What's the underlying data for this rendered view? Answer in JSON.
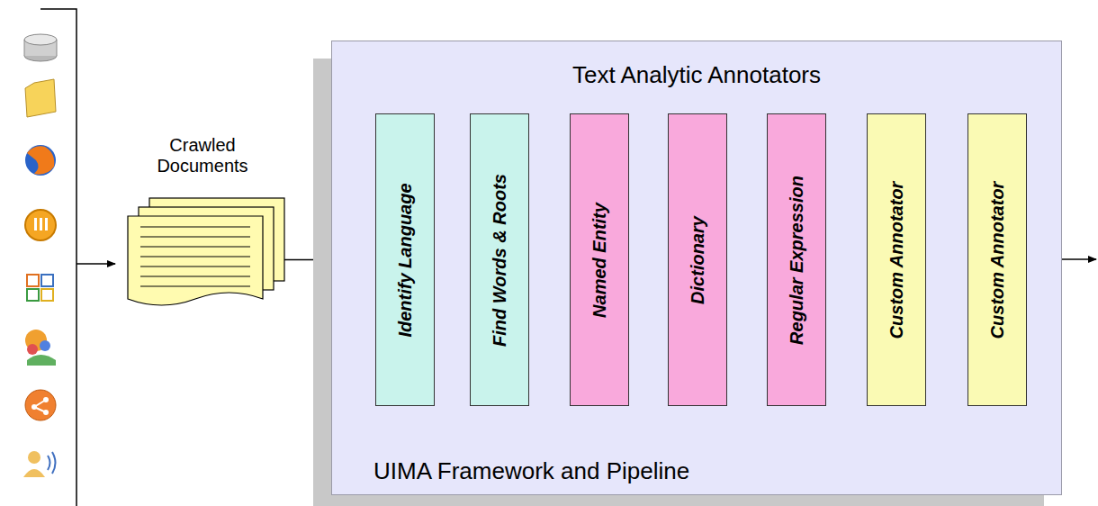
{
  "diagram": {
    "nodes": [
      {
        "text": [
          "Crawled Documents"
        ]
      },
      {
        "text": [
          "Text Analytic Annotators",
          "UIMA Framework and Pipeline"
        ]
      },
      {
        "text": [
          "Identify Language"
        ],
        "in": 1
      },
      {
        "text": [
          "Find Words & Roots"
        ],
        "in": 1
      },
      {
        "text": [
          "Named Entity"
        ],
        "in": 1
      },
      {
        "text": [
          "Dictionary"
        ],
        "in": 1
      },
      {
        "text": [
          "Regular Expression"
        ],
        "in": 1
      },
      {
        "text": [
          "Custom Annotator"
        ],
        "in": 1
      },
      {
        "text": [
          "Custom Annotator"
        ],
        "in": 1
      }
    ],
    "edges": [
      {
        "from": 0,
        "to": 2,
        "arrow": "to"
      },
      {
        "from": 2,
        "to": 3,
        "arrow": "to"
      },
      {
        "from": 3,
        "to": 4,
        "arrow": "to"
      },
      {
        "from": 4,
        "to": 5,
        "arrow": "to"
      },
      {
        "from": 5,
        "to": 6,
        "arrow": "to"
      },
      {
        "from": 6,
        "to": 7,
        "arrow": "to"
      },
      {
        "from": 7,
        "to": 8,
        "arrow": "to"
      }
    ]
  }
}
